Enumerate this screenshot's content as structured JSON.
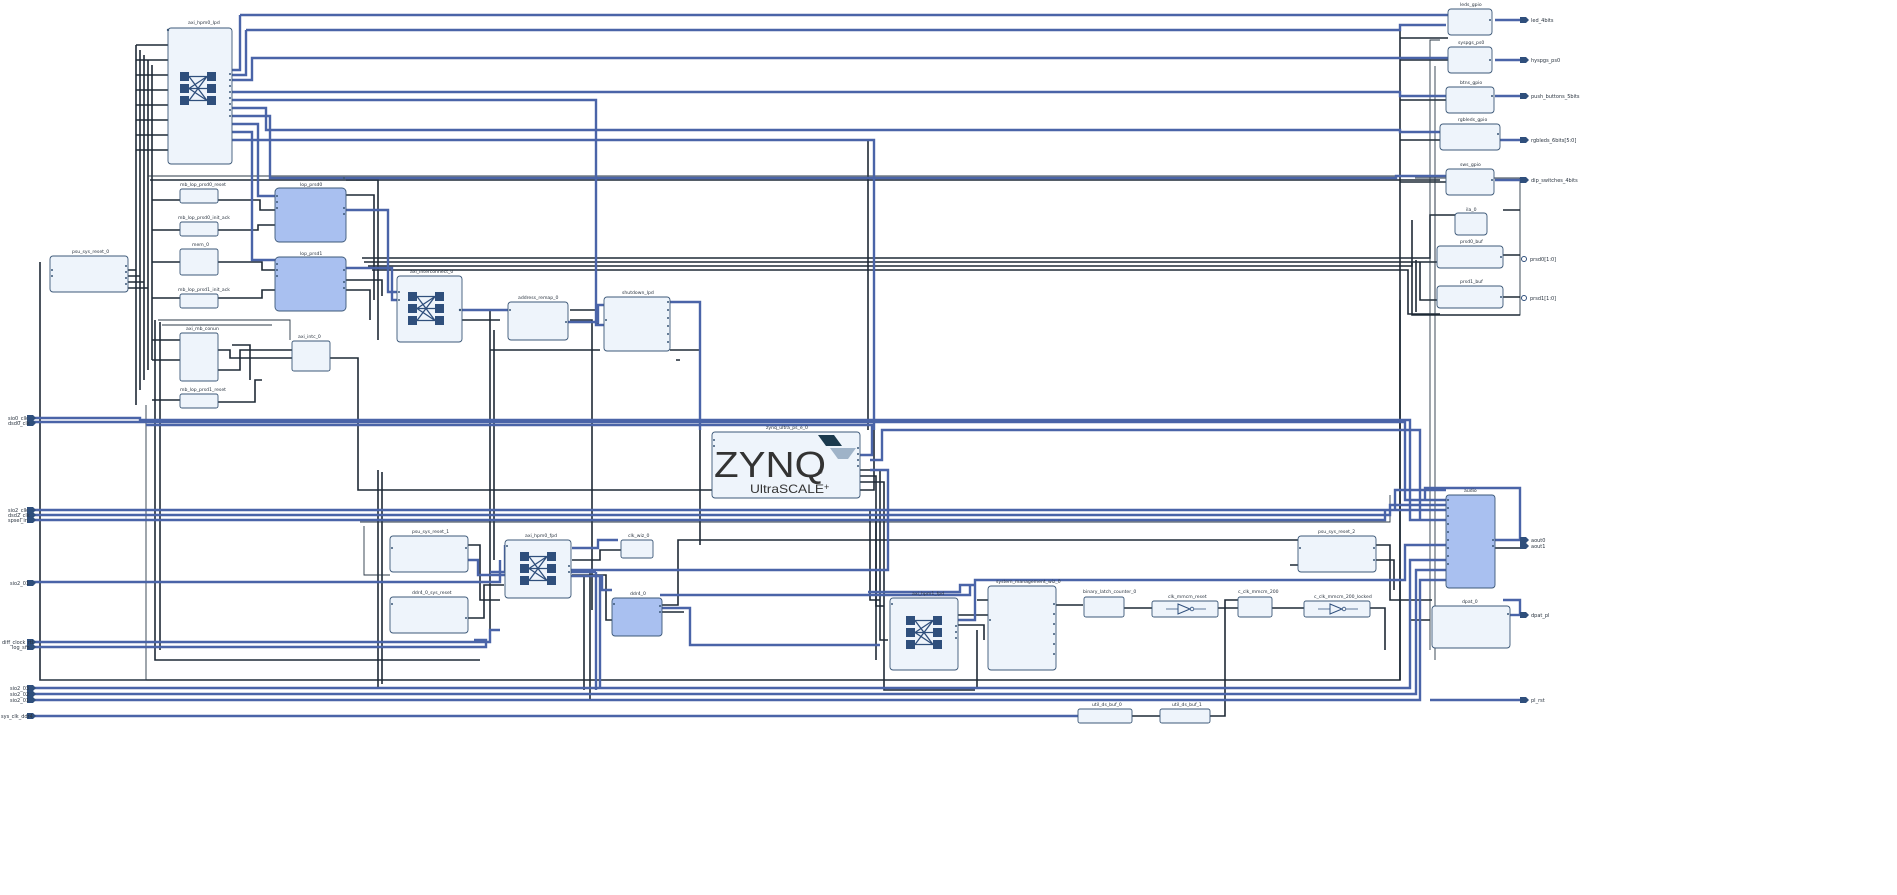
{
  "diagram": {
    "blocks": {
      "axi_hpm0_lpd": "axi_hpm0_lpd",
      "psu_sys_reset_0": "psu_sys_reset_0",
      "mb_lop_prsd0_reset": "mb_lop_prsd0_reset",
      "mb_lop_prsd0_init_ack": "mb_lop_prsd0_init_ack",
      "mem_0": "mem_0",
      "mb_lop_prsd1_init_ack": "mb_lop_prsd1_init_ack",
      "axi_mb_conun": "axi_mb_conun",
      "mb_lop_prsd1_reset": "mb_lop_prsd1_reset",
      "lop_prsd0": "lop_prsd0",
      "lop_prsd1": "lop_prsd1",
      "axi_intc_0": "axi_intc_0",
      "axi_interconnect_0": "axi_interconnect_0",
      "address_remap_0": "address_remap_0",
      "shutdown_lpd": "shutdown_lpd",
      "zynq_ultra_ps_e_0": "zynq_ultra_ps_e_0",
      "zynq_word": "ZYNQ",
      "zynq_ultra": "UltraSCALE",
      "zynq_plus": "+",
      "zynq_reg": "®",
      "psu_sys_reset_1": "psu_sys_reset_1",
      "ddr4_0_sys_reset": "ddr4_0_sys_reset",
      "axi_hpm0_fpd": "axi_hpm0_fpd",
      "clk_wiz_0": "clk_wiz_0",
      "ddr4_0": "ddr4_0",
      "axi_hpm1_fpd": "axi_hpm1_fpd",
      "system_management_wiz_0": "system_management_wiz_0",
      "binary_latch_counter_0": "binary_latch_counter_0",
      "clk_mmcm_reset": "clk_mmcm_reset",
      "c_clk_mmcm_200": "c_clk_mmcm_200",
      "c_clk_mmcm_200_locked": "c_clk_mmcm_200_locked",
      "psu_sys_reset_2": "psu_sys_reset_2",
      "util_ds_buf_0": "util_ds_buf_0",
      "util_ds_buf_1": "util_ds_buf_1",
      "leds_gpio": "leds_gpio",
      "syspgs_ps0": "syspgs_ps0",
      "btns_gpio": "btns_gpio",
      "rgbleds_gpio": "rgbleds_gpio",
      "sws_gpio": "sws_gpio",
      "ila_0": "ila_0",
      "prsd0_buf": "prsd0_buf",
      "prsd1_buf": "prsd1_buf",
      "audio": "audio",
      "dpat_0": "dpat_0"
    },
    "left_ports": {
      "sio0_clk": "sio0_clk",
      "dsd0_clk": "dsd0_clk",
      "sio2_clk": "sio2_clk",
      "dsd2_clk": "dsd2_clk",
      "spsel_in": "spsel_in",
      "sio2_01": "sio2_01",
      "diff_clock_rtl": "diff_clock_rtl",
      "log_sm": "log_sm",
      "sio2_03": "sio2_03",
      "sio2_02": "sio2_02",
      "sio2_01b": "sio2_01",
      "sys_clk_ddr4": "sys_clk_ddr4"
    },
    "right_ports": {
      "led_4bits": "led_4bits",
      "hyspgs_ps0": "hyspgs_ps0",
      "push_buttons_5bits": "push_buttons_5bits",
      "rgbleds_6bits": "rgbleds_6bits[5:0]",
      "dip_switches_4bits": "dip_switches_4bits",
      "prsd0": "prsd0[1:0]",
      "prsd1": "prsd1[1:0]",
      "aud0": "aout0",
      "aud1": "aout1",
      "dpat_pl": "dpat_pl",
      "pl_rst": "pl_rst"
    }
  },
  "colors": {
    "wire_dark": "#1f2a36",
    "wire_blue": "#4a64a8",
    "block_fill": "#eef4fb",
    "block_highlight": "#a9c0f0",
    "block_border": "#3c5878",
    "crossbar_icon": "#2f4f7c",
    "zynq_text": "#333333",
    "zynq_logo_dark": "#1b3a4e",
    "zynq_logo_light": "#9fb3c8"
  },
  "icons": {
    "crossbar": "crossbar-icon",
    "buffer": "inverter-buffer-icon",
    "port": "port-arrow-icon"
  }
}
